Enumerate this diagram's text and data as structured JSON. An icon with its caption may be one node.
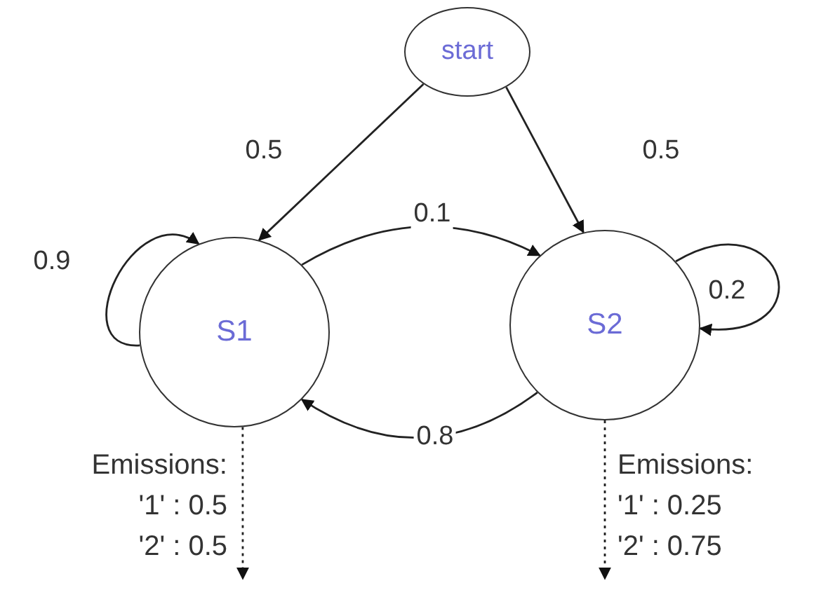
{
  "diagram": {
    "nodes": [
      {
        "text": [
          "start"
        ]
      },
      {
        "text": [
          "S1"
        ],
        "beside": [
          "Emissions:",
          "'1' : 0.5",
          "'2' : 0.5"
        ]
      },
      {
        "text": [
          "S2"
        ],
        "beside": [
          "Emissions:",
          "'1' : 0.25",
          "'2' : 0.75"
        ]
      }
    ],
    "edges": [
      {
        "from": 0,
        "to": 1,
        "arrow": "to",
        "label": "0.5"
      },
      {
        "from": 0,
        "to": 2,
        "arrow": "to",
        "label": "0.5"
      },
      {
        "from": 1,
        "to": 1,
        "arrow": "to",
        "label": "0.9"
      },
      {
        "from": 1,
        "to": 2,
        "arrow": "to",
        "label": "0.1"
      },
      {
        "from": 2,
        "to": 2,
        "arrow": "to",
        "label": "0.2"
      },
      {
        "from": 2,
        "to": 1,
        "arrow": "to",
        "label": "0.8"
      },
      {
        "from": 1,
        "to": null,
        "arrow": "to",
        "style": "dashed"
      },
      {
        "from": 2,
        "to": null,
        "arrow": "to",
        "style": "dashed"
      }
    ]
  }
}
